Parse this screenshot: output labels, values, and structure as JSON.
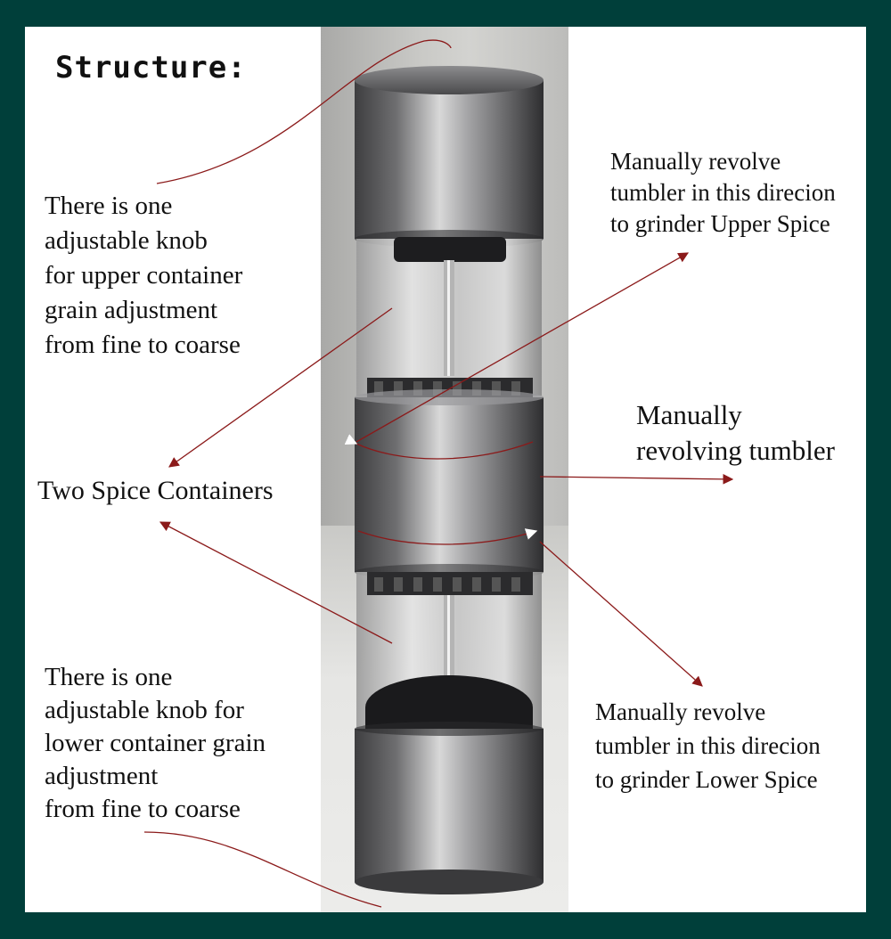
{
  "title": "Structure:",
  "annotations": {
    "upper_knob": "There is one\nadjustable knob\nfor upper container\ngrain adjustment\nfrom fine to coarse",
    "containers": "Two Spice Containers",
    "lower_knob": "There is one\nadjustable knob for\nlower container grain\nadjustment\nfrom fine to coarse",
    "upper_spice": "Manually revolve\ntumbler in this direcion\nto grinder Upper Spice",
    "tumbler": "Manually\nrevolving tumbler",
    "lower_spice": "Manually revolve\ntumbler in this direcion\nto grinder Lower Spice"
  },
  "colors": {
    "frame_border": "#003f3a",
    "pointer_line": "#8b1a1a",
    "metal_dark": "#4a4a4c",
    "metal_light": "#d8d8d8"
  }
}
